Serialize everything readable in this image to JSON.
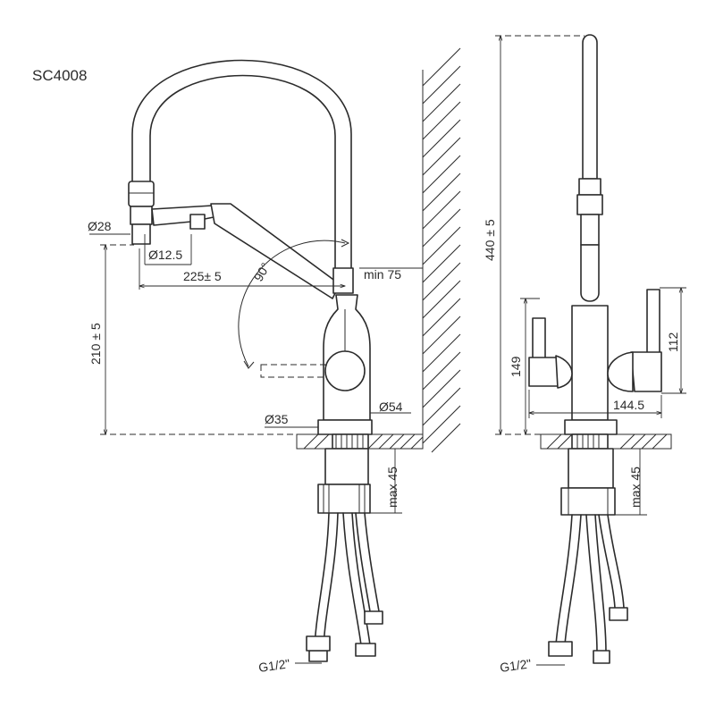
{
  "model": "SC4008",
  "dimensions": {
    "d28": "Ø28",
    "d12_5": "Ø12.5",
    "reach": "225± 5",
    "min75": "min 75",
    "angle": "90°",
    "height210": "210 ± 5",
    "d54": "Ø54",
    "d35": "Ø35",
    "max45_side": "max 45",
    "height440": "440 ± 5",
    "h149": "149",
    "h112": "112",
    "w144_5": "144.5",
    "max45_front": "max 45",
    "thread_side": "G1/2\"",
    "thread_front": "G1/2\""
  },
  "colors": {
    "line": "#2b2b2b",
    "background": "#ffffff"
  }
}
